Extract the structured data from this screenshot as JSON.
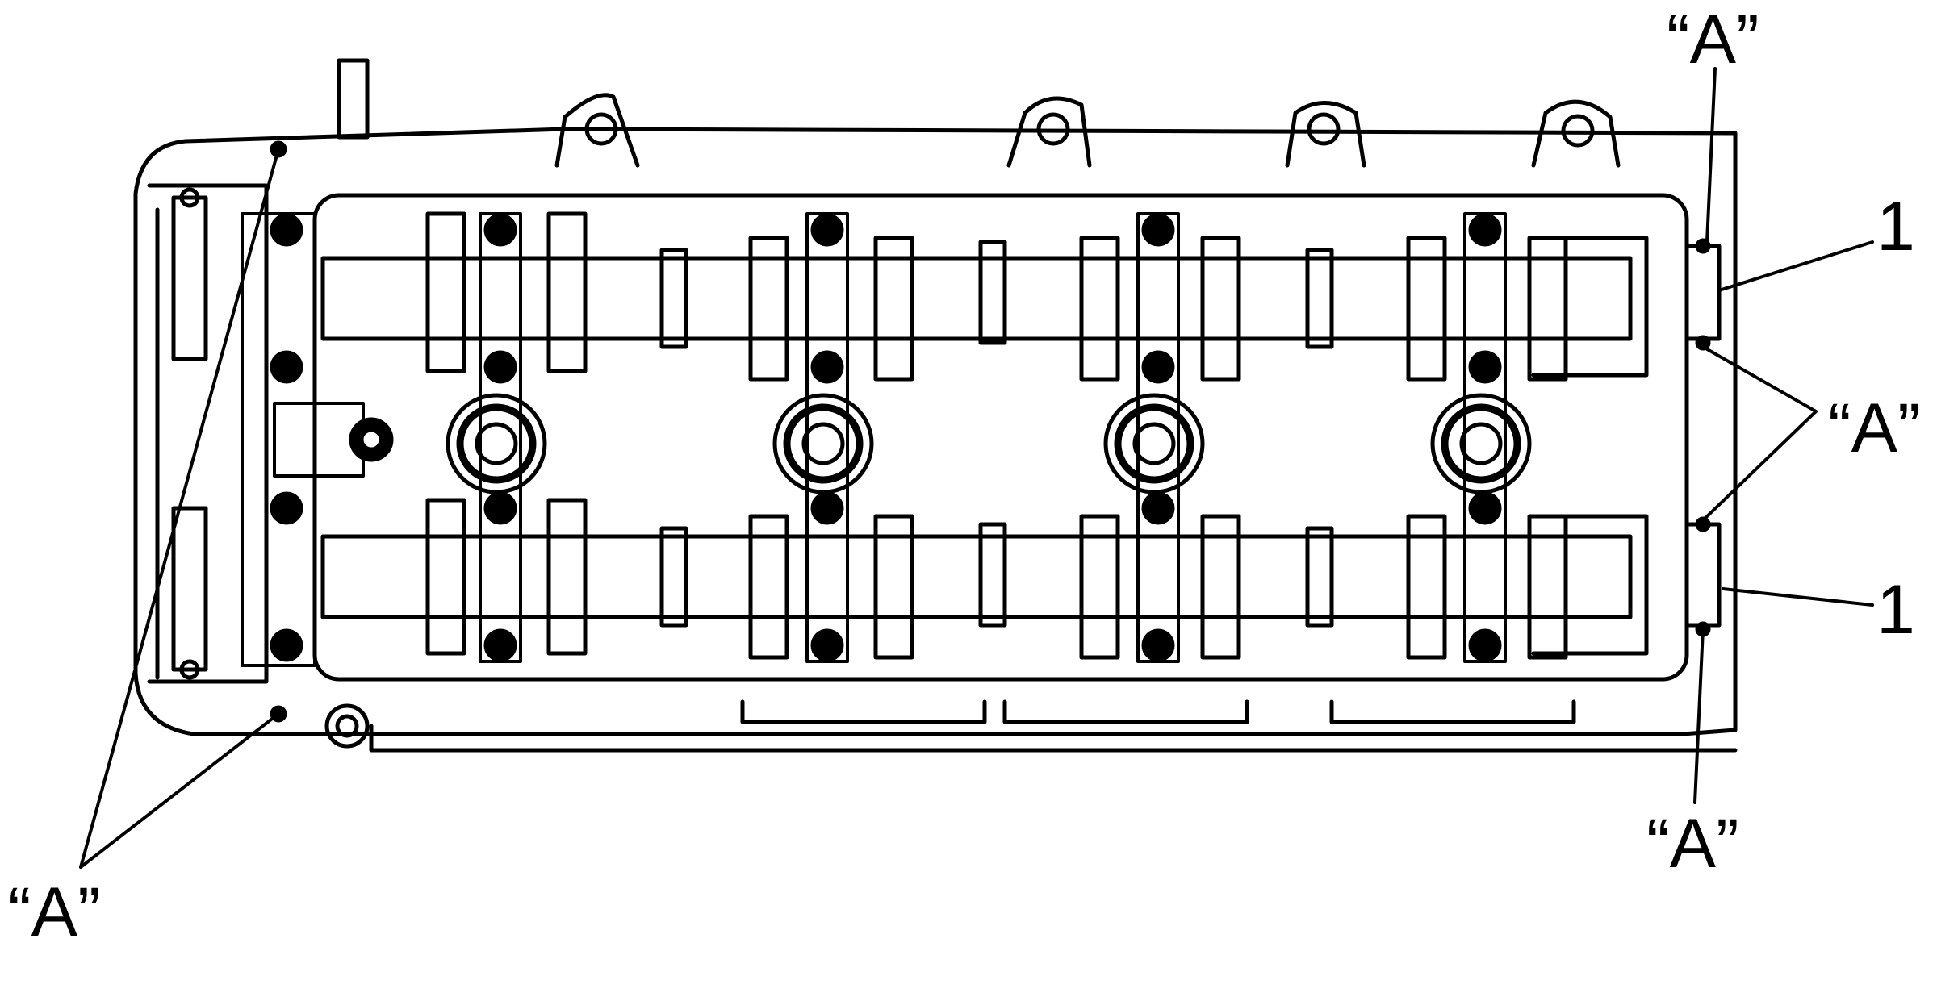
{
  "labels": {
    "a_top_right": "“A”",
    "a_right_middle": "“A”",
    "a_bottom_right": "“A”",
    "a_bottom_left": "“A”",
    "callout_1_upper": "1",
    "callout_1_lower": "1"
  },
  "colors": {
    "ink": "#000000",
    "paper": "#ffffff"
  }
}
